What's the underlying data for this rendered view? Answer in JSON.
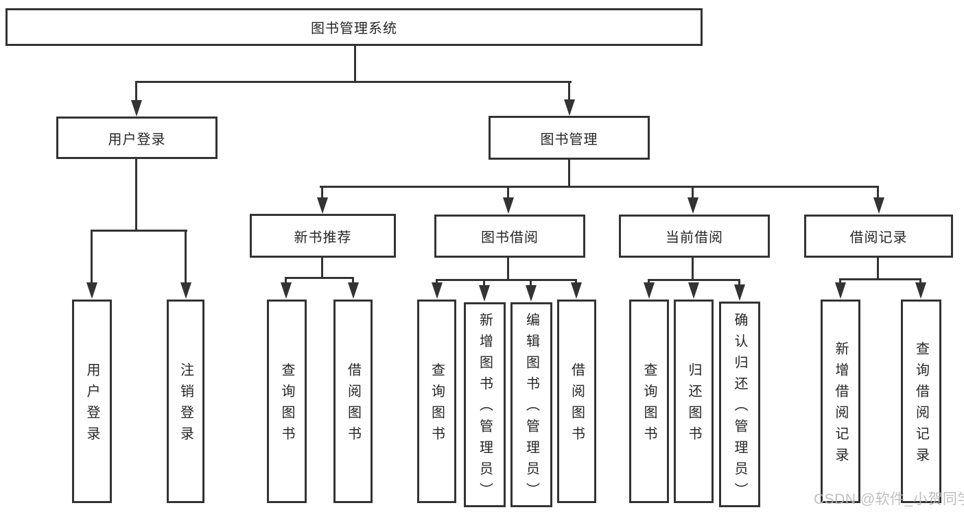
{
  "diagram_title": "图书管理系统",
  "watermark": "CSDN @软件_小贺同学",
  "colors": {
    "line": "#333333",
    "box_background": "#ffffff",
    "text": "#262626",
    "background": "#ffffff",
    "watermark": "#b9b9b9"
  },
  "nodes": [
    {
      "id": "system-root",
      "label": "图书管理系统",
      "parent": null
    },
    {
      "id": "user-login",
      "label": "用户登录",
      "parent": "system-root"
    },
    {
      "id": "book-mgmt",
      "label": "图书管理",
      "parent": "system-root"
    },
    {
      "id": "login-action",
      "label": "用户登录",
      "parent": "user-login"
    },
    {
      "id": "logout-action",
      "label": "注销登录",
      "parent": "user-login"
    },
    {
      "id": "new-book-rec",
      "label": "新书推荐",
      "parent": "book-mgmt"
    },
    {
      "id": "book-borrow",
      "label": "图书借阅",
      "parent": "book-mgmt"
    },
    {
      "id": "current-borrow",
      "label": "当前借阅",
      "parent": "book-mgmt"
    },
    {
      "id": "borrow-records",
      "label": "借阅记录",
      "parent": "book-mgmt"
    },
    {
      "id": "rec-query-book",
      "label": "查询图书",
      "parent": "new-book-rec"
    },
    {
      "id": "rec-borrow-book",
      "label": "借阅图书",
      "parent": "new-book-rec"
    },
    {
      "id": "bb-query-book",
      "label": "查询图书",
      "parent": "book-borrow"
    },
    {
      "id": "bb-add-book",
      "label": "新增图书（管理员）",
      "parent": "book-borrow"
    },
    {
      "id": "bb-edit-book",
      "label": "编辑图书（管理员）",
      "parent": "book-borrow"
    },
    {
      "id": "bb-borrow-book",
      "label": "借阅图书",
      "parent": "book-borrow"
    },
    {
      "id": "cb-query-book",
      "label": "查询图书",
      "parent": "current-borrow"
    },
    {
      "id": "cb-return-book",
      "label": "归还图书",
      "parent": "current-borrow"
    },
    {
      "id": "cb-confirm-return",
      "label": "确认归还（管理员）",
      "parent": "current-borrow"
    },
    {
      "id": "br-add-record",
      "label": "新增借阅记录",
      "parent": "borrow-records"
    },
    {
      "id": "br-query-record",
      "label": "查询借阅记录",
      "parent": "borrow-records"
    }
  ]
}
